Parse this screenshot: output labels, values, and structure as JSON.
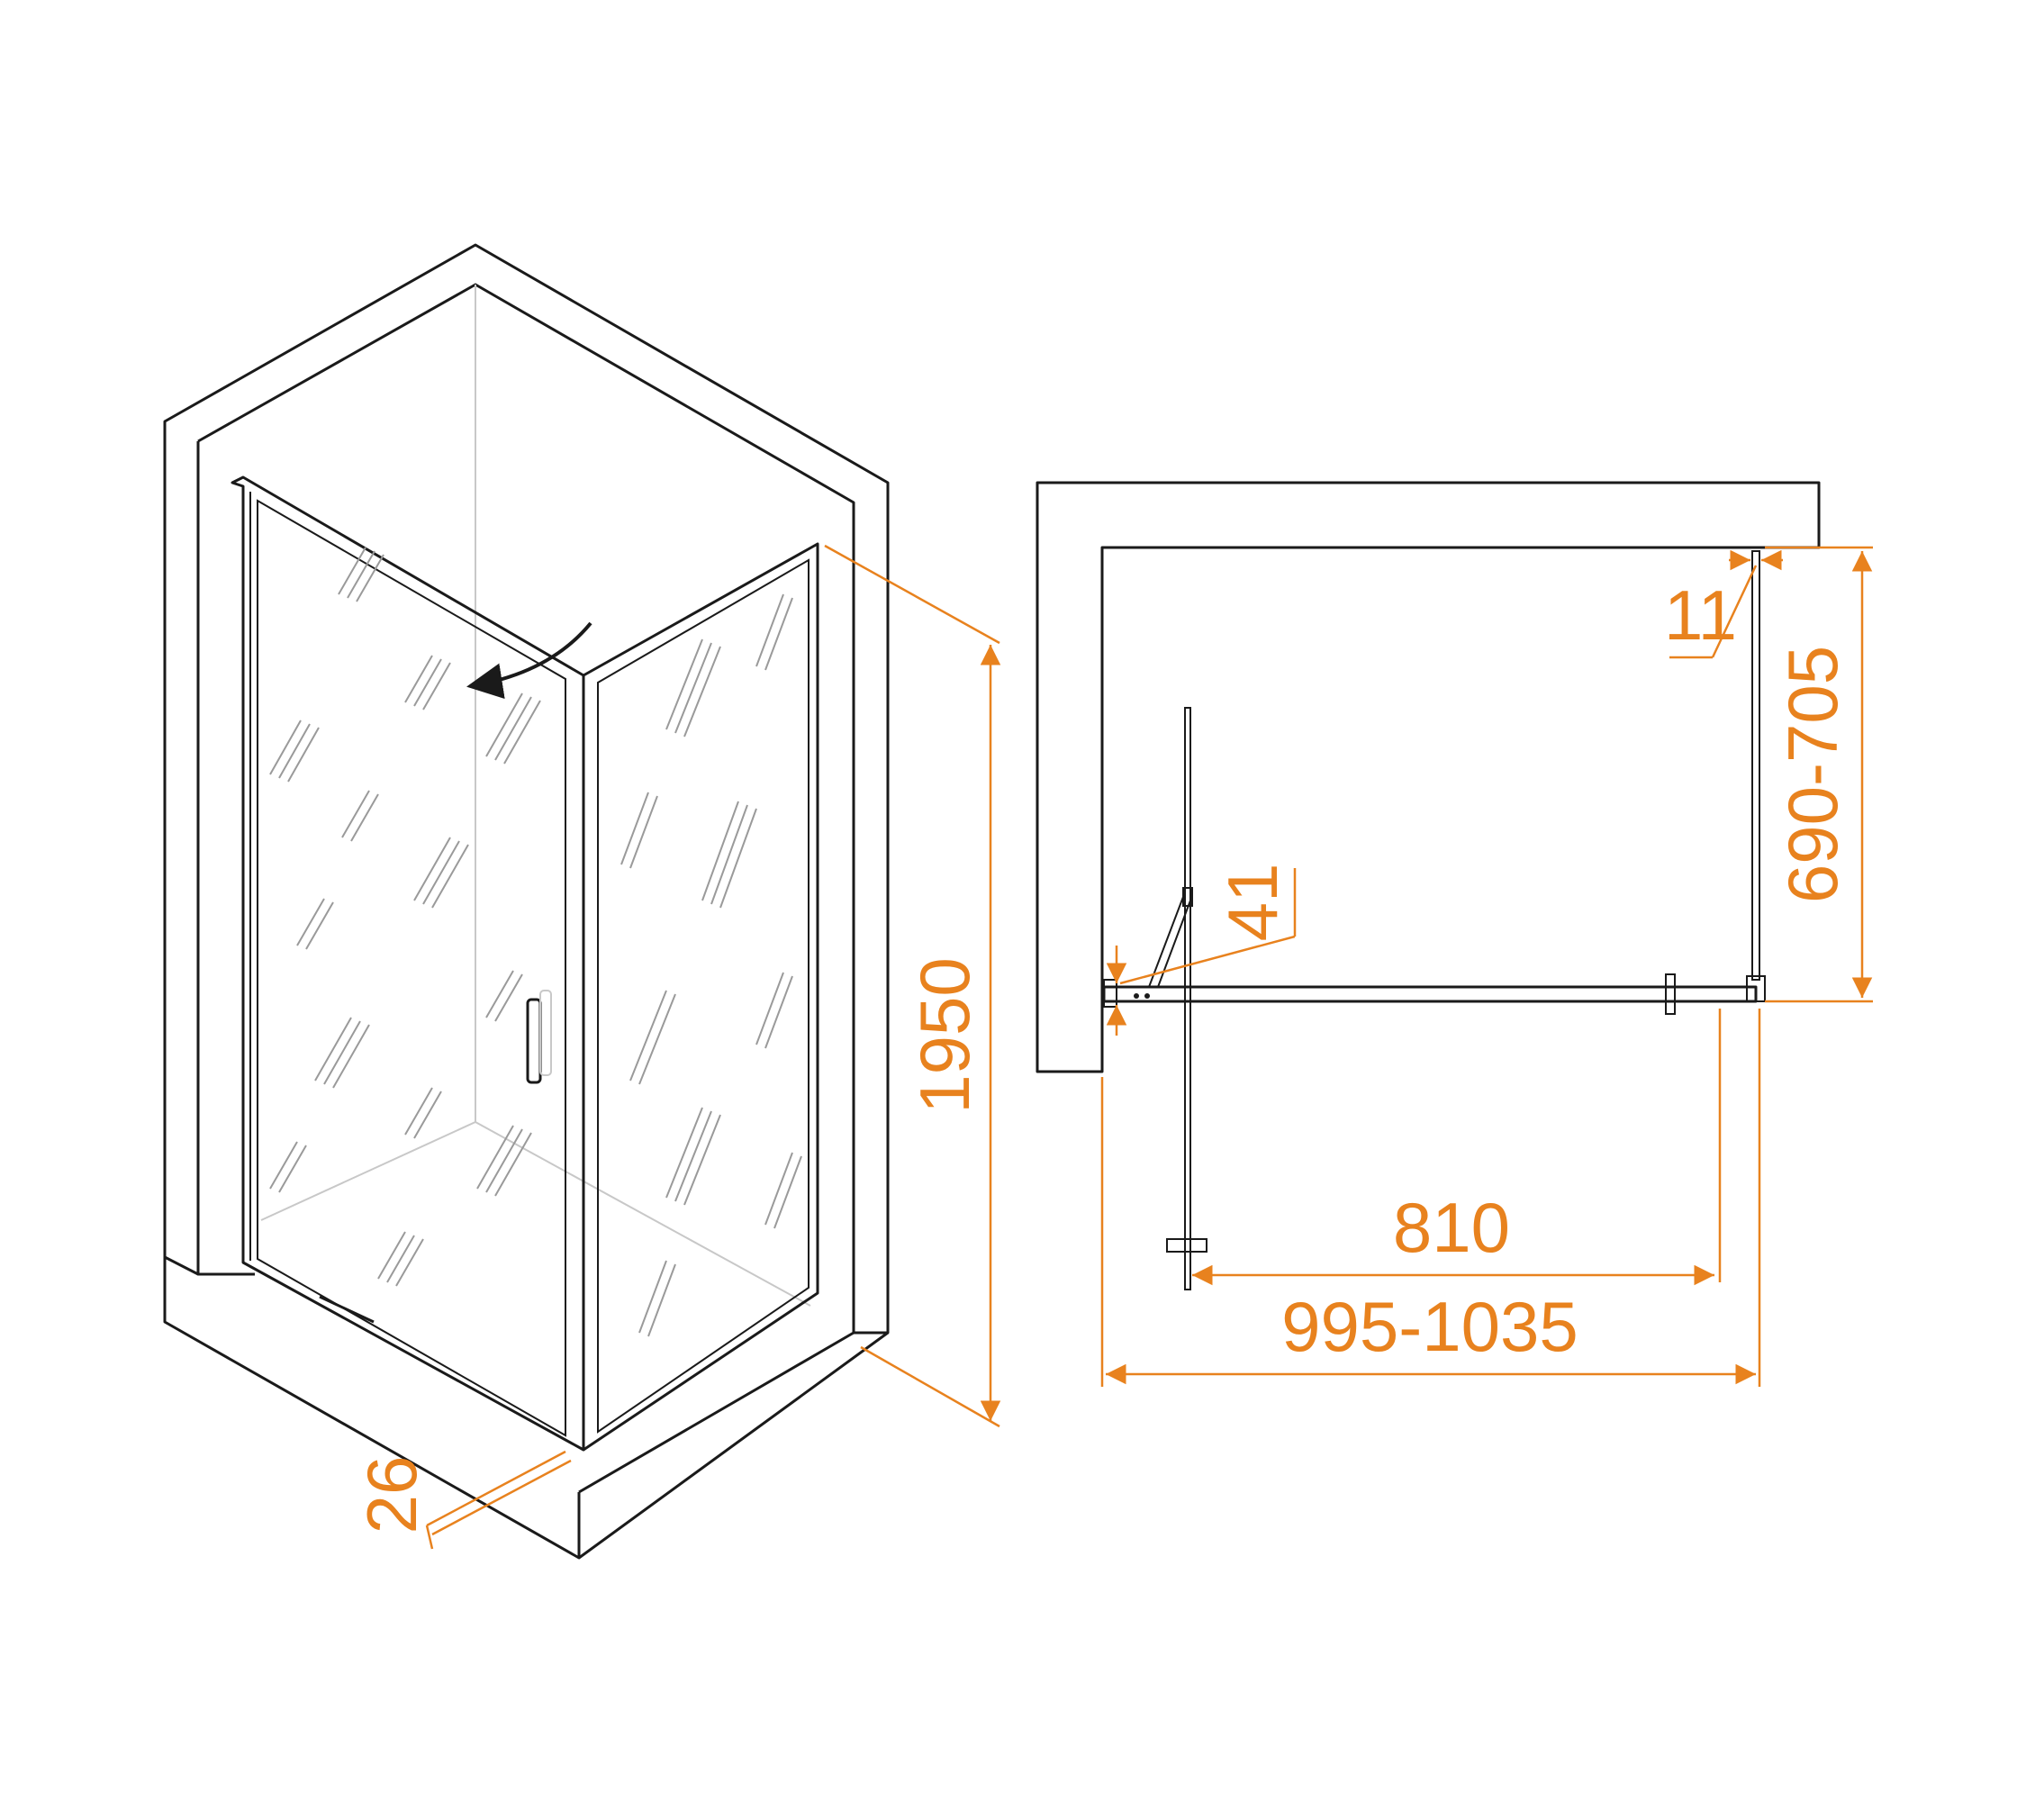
{
  "dimensions": {
    "height": "1950",
    "profile_depth": "26",
    "fixed_panel_gap": "11",
    "side_panel_depth": "690-705",
    "hinge_offset": "41",
    "door_width": "810",
    "total_width": "995-1035"
  },
  "colors": {
    "dimension": "#e8821e",
    "line": "#1a1a1a",
    "background": "#ffffff"
  }
}
